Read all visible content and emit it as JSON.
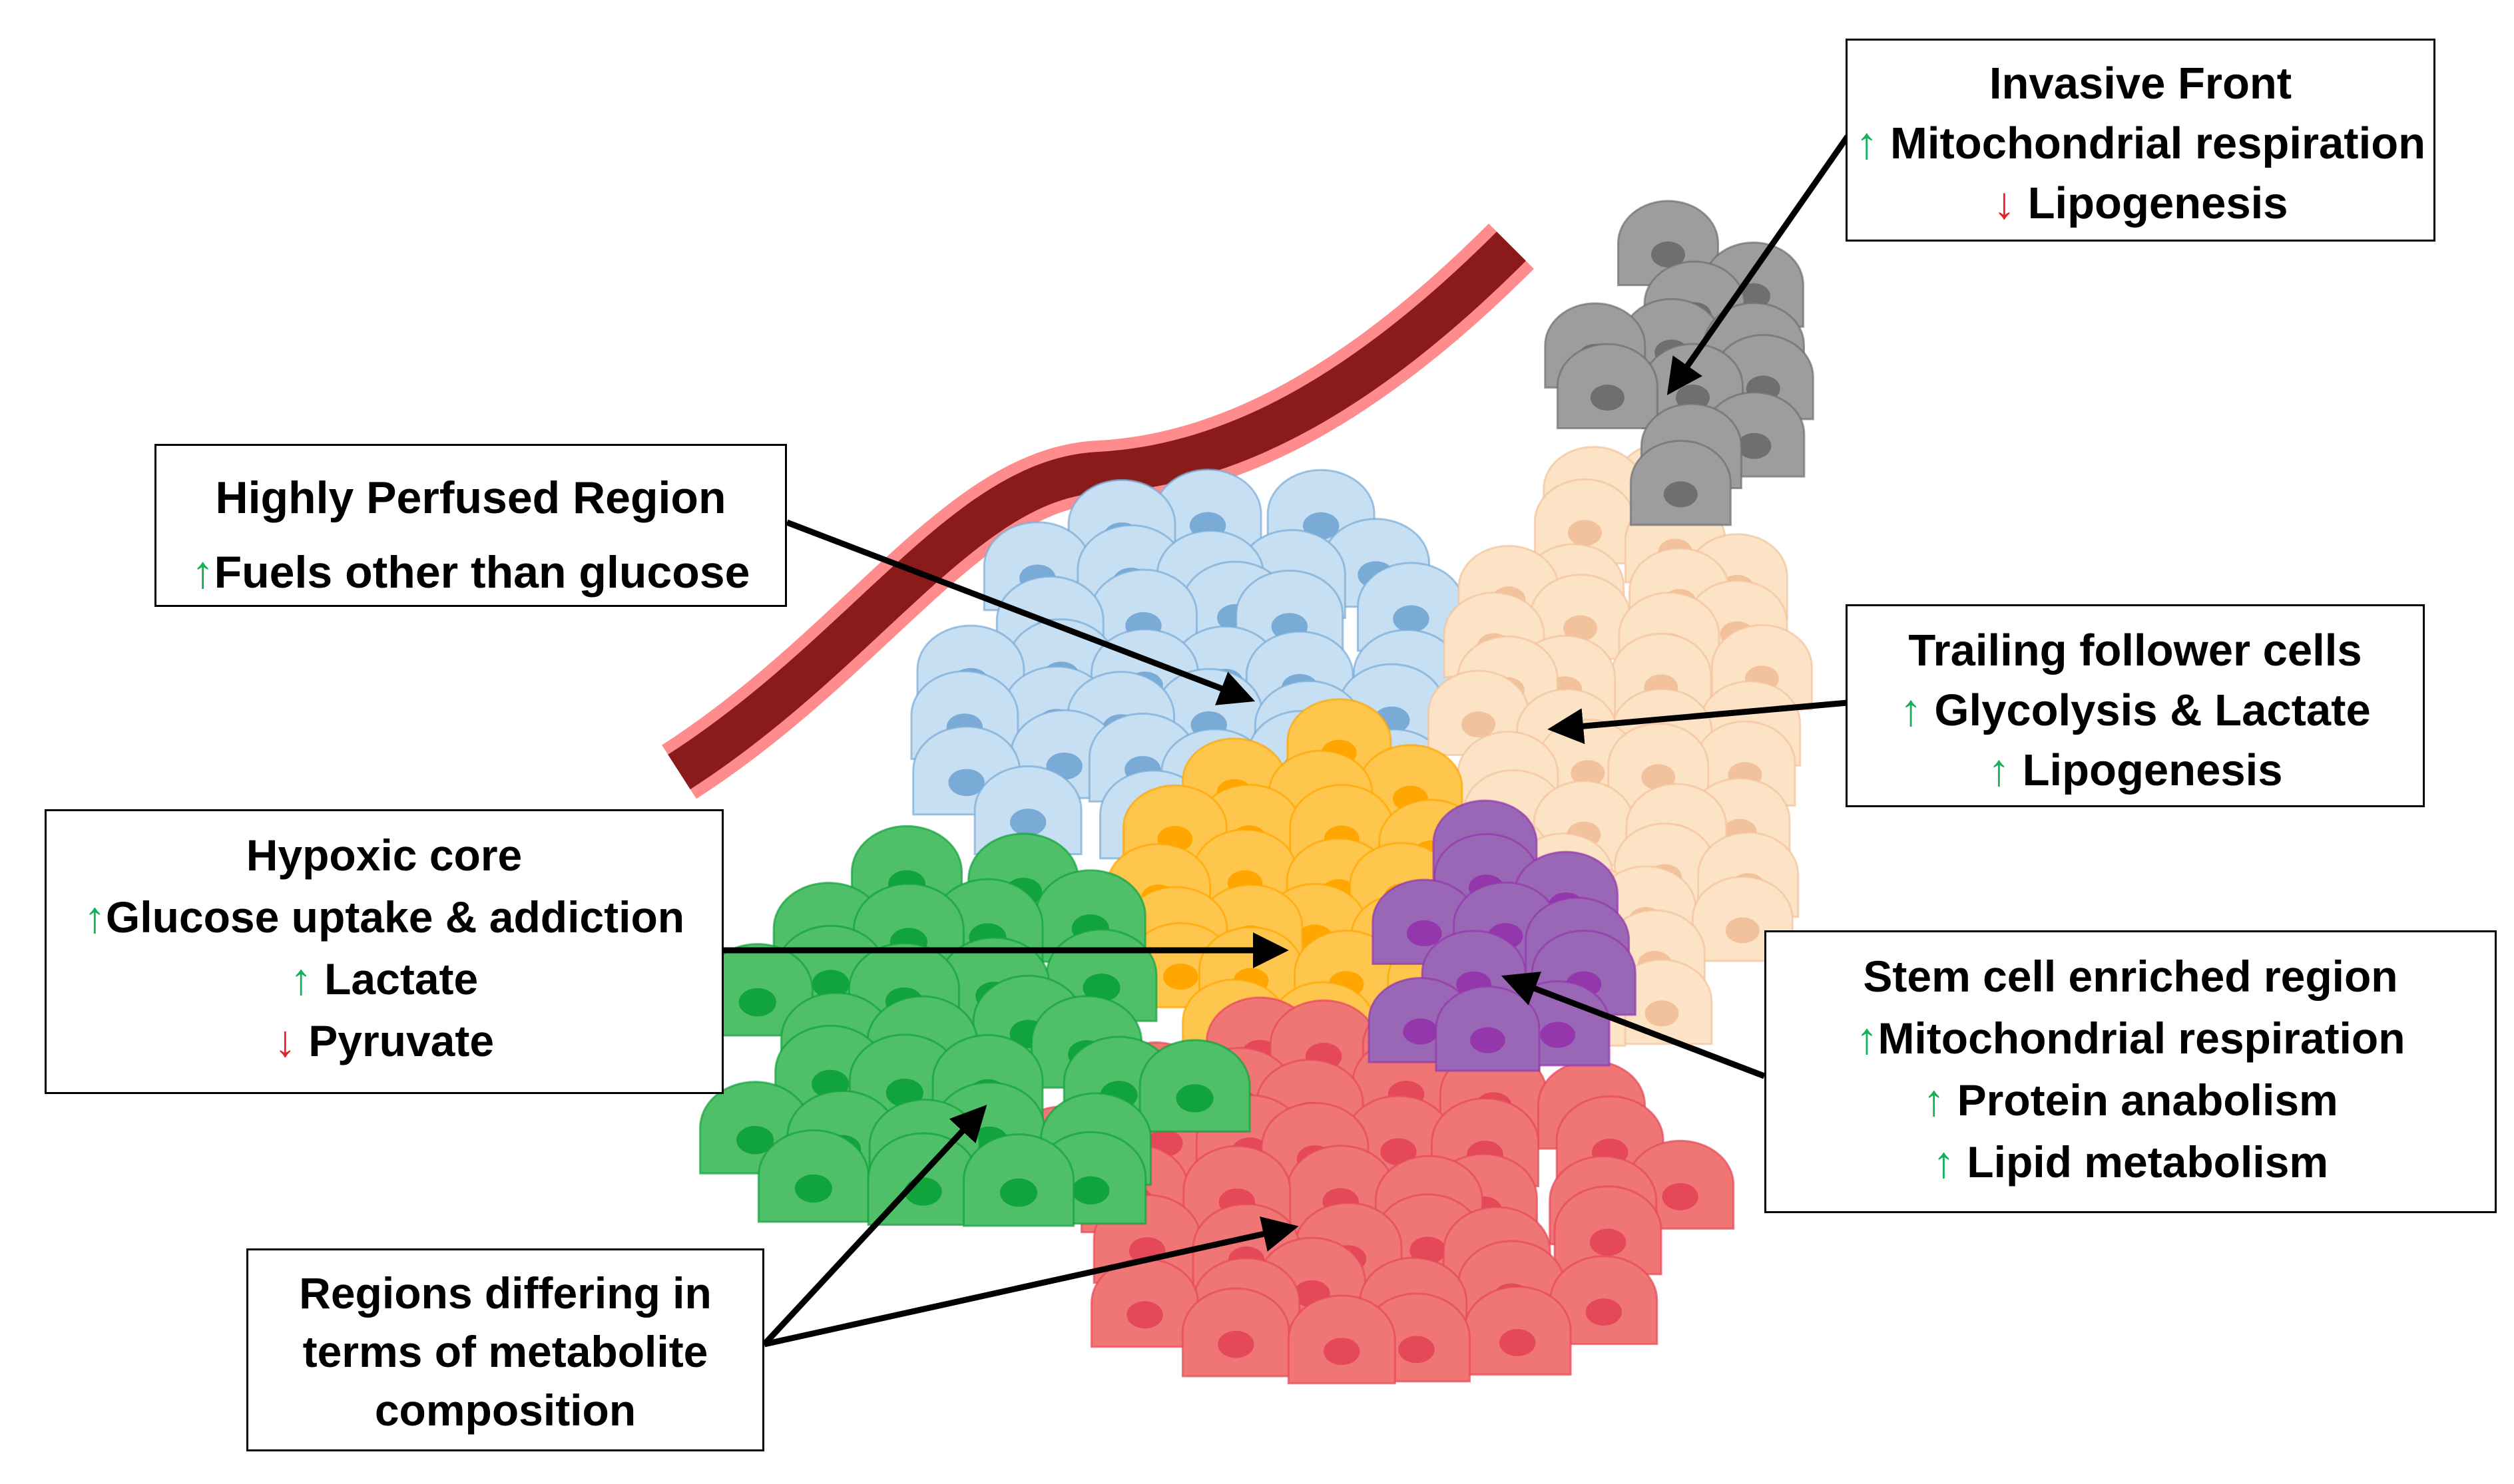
{
  "colors": {
    "vessel_dark": "#8b1a1a",
    "vessel_light": "#ff8c8c",
    "blue_cell": "#c7dff3",
    "blue_nucleus": "#79abd6",
    "green_cell": "#4fbf6a",
    "green_nucleus": "#11a33c",
    "orange_cell": "#ffc64d",
    "orange_nucleus": "#ffa600",
    "peach_cell": "#fde3c6",
    "peach_nucleus": "#f2c29c",
    "gray_cell": "#9d9d9d",
    "gray_nucleus": "#6f6f6f",
    "purple_cell": "#9a66b6",
    "purple_nucleus": "#9437ad",
    "red_cell": "#f07575",
    "red_nucleus": "#e54858",
    "up_arrow": "#14b05a",
    "down_arrow": "#e8202a"
  },
  "labels": {
    "invasive": {
      "title": "Invasive Front",
      "items": [
        {
          "dir": "up",
          "glyph": "↑",
          "text": "Mitochondrial respiration"
        },
        {
          "dir": "down",
          "glyph": "↓",
          "text": "Lipogenesis"
        }
      ]
    },
    "perfused": {
      "title": "Highly Perfused Region",
      "items": [
        {
          "dir": "up",
          "glyph": "↑",
          "text": "Fuels other than glucose"
        }
      ]
    },
    "trailing": {
      "title": "Trailing follower cells",
      "items": [
        {
          "dir": "up",
          "glyph": "↑",
          "text": "Glycolysis & Lactate"
        },
        {
          "dir": "up",
          "glyph": "↑",
          "text": "Lipogenesis"
        }
      ]
    },
    "hypoxic": {
      "title": "Hypoxic core",
      "items": [
        {
          "dir": "up",
          "glyph": "↑",
          "text": "Glucose uptake & addiction"
        },
        {
          "dir": "up",
          "glyph": "↑",
          "text": "Lactate"
        },
        {
          "dir": "down",
          "glyph": "↓",
          "text": "Pyruvate"
        }
      ]
    },
    "stem": {
      "title": "Stem cell enriched region",
      "items": [
        {
          "dir": "up",
          "glyph": "↑",
          "text": "Mitochondrial respiration"
        },
        {
          "dir": "up",
          "glyph": "↑",
          "text": "Protein anabolism"
        },
        {
          "dir": "up",
          "glyph": "↑",
          "text": "Lipid metabolism"
        }
      ]
    },
    "regions": {
      "lines": [
        "Regions differing in",
        "terms of metabolite",
        "composition"
      ]
    }
  }
}
